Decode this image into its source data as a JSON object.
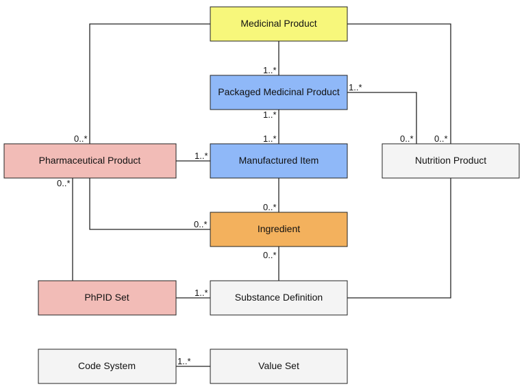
{
  "colors": {
    "yellow": "#f7f77b",
    "blue": "#8fb8f8",
    "pink": "#f2bcb7",
    "orange": "#f3b15d",
    "grey": "#f4f4f4"
  },
  "boxes": {
    "medicinal_product": {
      "label": "Medicinal Product",
      "color": "yellow"
    },
    "packaged_medicinal_product": {
      "label": "Packaged Medicinal Product",
      "color": "blue"
    },
    "manufactured_item": {
      "label": "Manufactured Item",
      "color": "blue"
    },
    "pharmaceutical_product": {
      "label": "Pharmaceutical Product",
      "color": "pink"
    },
    "nutrition_product": {
      "label": "Nutrition Product",
      "color": "grey"
    },
    "ingredient": {
      "label": "Ingredient",
      "color": "orange"
    },
    "phpid_set": {
      "label": "PhPID Set",
      "color": "pink"
    },
    "substance_definition": {
      "label": "Substance Definition",
      "color": "grey"
    },
    "code_system": {
      "label": "Code System",
      "color": "grey"
    },
    "value_set": {
      "label": "Value Set",
      "color": "grey"
    }
  },
  "multiplicities": {
    "mp_to_pmp": "1..*",
    "pmp_right": "1..*",
    "pmp_below": "1..*",
    "mi_above": "1..*",
    "pp_above": "0..*",
    "np_left": "0..*",
    "np_right": "0..*",
    "pp_to_mi": "1..*",
    "pp_below": "0..*",
    "ing_above": "0..*",
    "ing_left": "0..*",
    "ing_below": "0..*",
    "phpid_to_sd": "1..*",
    "cs_to_vs": "1..*"
  }
}
